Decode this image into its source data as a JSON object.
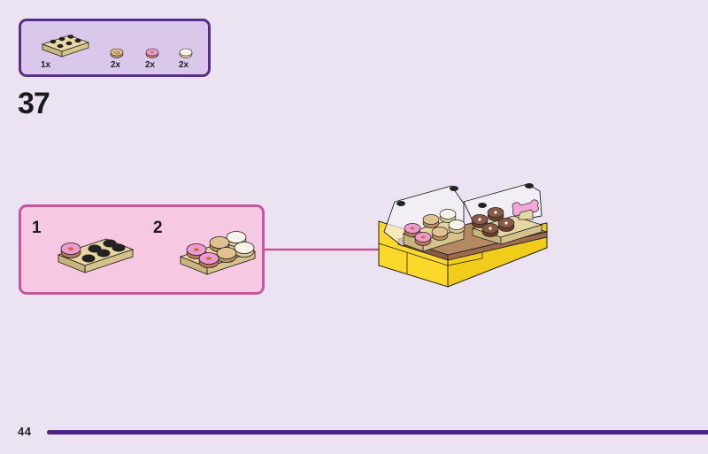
{
  "parts_list": {
    "items": [
      {
        "name": "tan-plate-2x3",
        "quantity": "1x"
      },
      {
        "name": "cookie-tile-round",
        "quantity": "2x"
      },
      {
        "name": "pink-donut-tile-round",
        "quantity": "2x"
      },
      {
        "name": "white-sprinkle-tile-round",
        "quantity": "2x"
      }
    ]
  },
  "step": {
    "number": "37"
  },
  "substeps": [
    {
      "number": "1"
    },
    {
      "number": "2"
    }
  ],
  "footer": {
    "page_number": "44"
  },
  "colors": {
    "background": "#ebe3f2",
    "parts_box_border": "#5a2d8a",
    "parts_box_fill": "#d9c8ea",
    "substep_border": "#c7579c",
    "substep_fill": "#f7c8e2",
    "arrow": "#c7579c",
    "page_rule": "#4b2582",
    "tan": "#dcc996",
    "yellow": "#fbd82a",
    "pink": "#ee9ad0",
    "brown": "#8a5a44"
  }
}
